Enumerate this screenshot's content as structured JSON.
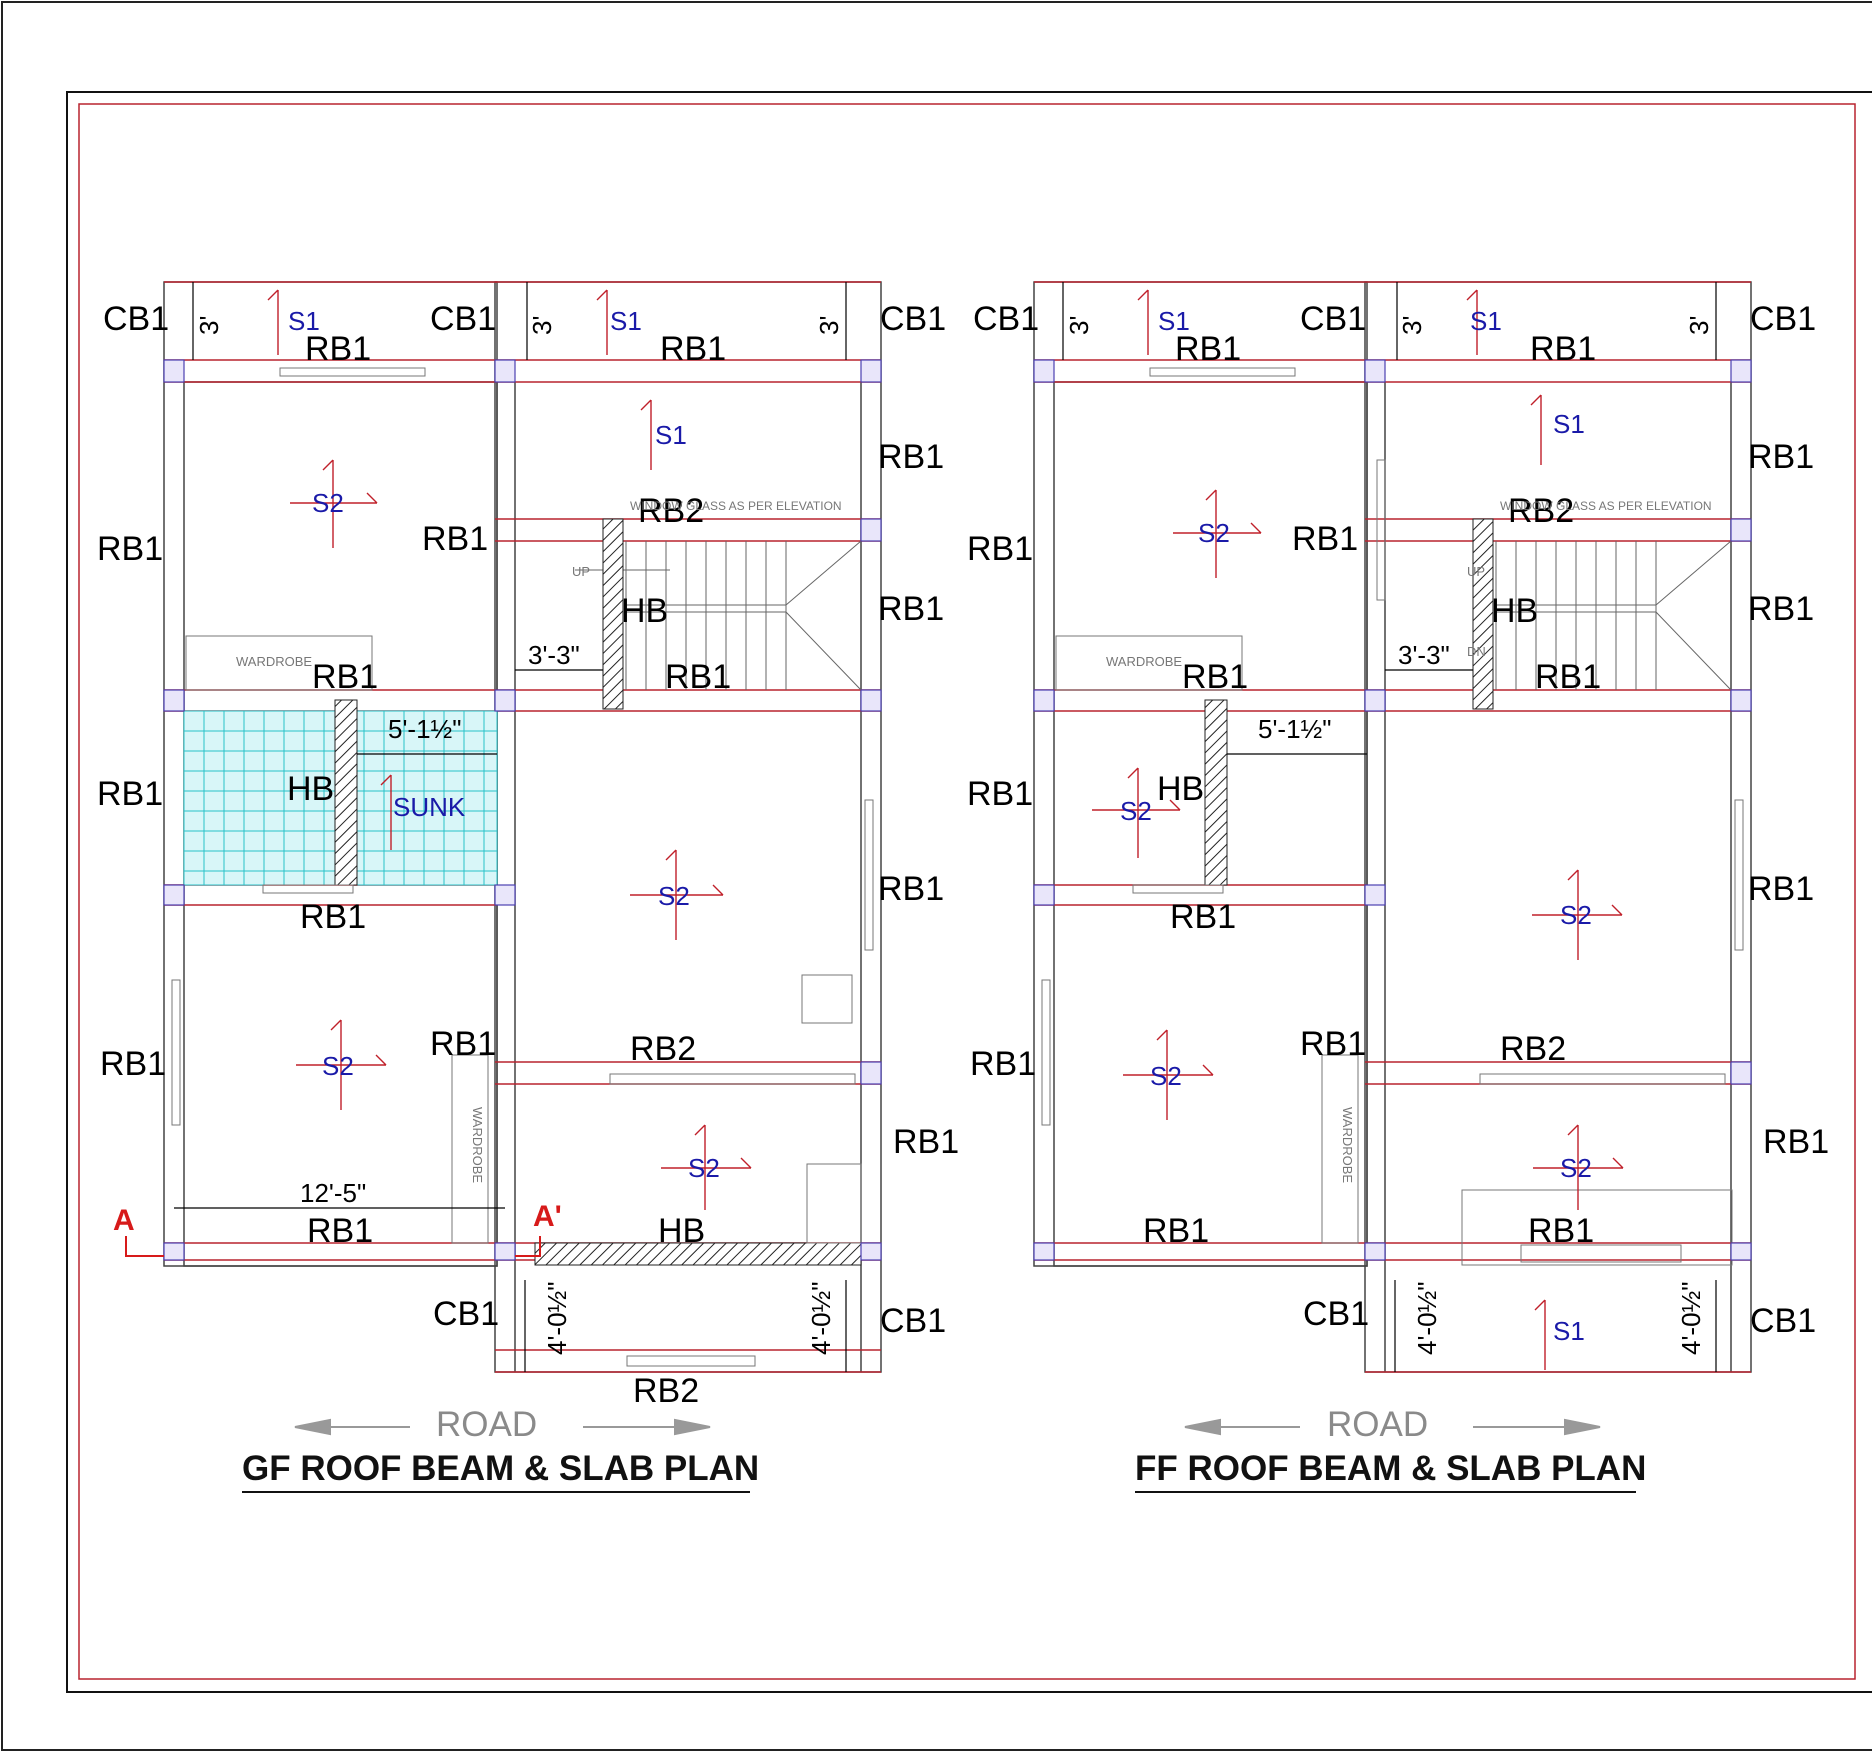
{
  "drawings": {
    "gf": {
      "title": "GF ROOF BEAM & SLAB PLAN",
      "road": "ROAD",
      "labels": {
        "cb1_tl": "CB1",
        "cb1_tm": "CB1",
        "cb1_tr": "CB1",
        "rb1_top_left": "RB1",
        "rb1_top_right": "RB1",
        "rb1_right_1": "RB1",
        "rb1_right_2": "RB1",
        "rb1_right_3": "RB1",
        "rb1_right_4": "RB1",
        "rb1_left_1": "RB1",
        "rb1_left_2": "RB1",
        "rb1_left_3": "RB1",
        "rb1_mid_1": "RB1",
        "rb1_mid_2": "RB1",
        "rb1_c1": "RB1",
        "rb1_c2": "RB1",
        "rb1_c3": "RB1",
        "rb1_bottom": "RB1",
        "rb2_stair": "RB2",
        "rb2_mid": "RB2",
        "rb2_bottom": "RB2",
        "hb_stair": "HB",
        "hb_toilet": "HB",
        "hb_front": "HB",
        "cb1_bl": "CB1",
        "cb1_br": "CB1",
        "s1_a": "S1",
        "s1_b": "S1",
        "s1_c": "S1",
        "s2_a": "S2",
        "s2_b": "S2",
        "s2_c": "S2",
        "s2_d": "S2",
        "sunk": "SUNK",
        "wardrobe_1": "WARDROBE",
        "wardrobe_2": "WARDROBE",
        "window_note": "WINDOW GLASS AS PER ELEVATION",
        "up": "UP",
        "dim_3_a": "3'",
        "dim_3_b": "3'",
        "dim_3_c": "3'",
        "dim_stair": "3'-3\"",
        "dim_toilet": "5'-1½\"",
        "dim_width": "12'-5\"",
        "dim_bal_l": "4'-0½\"",
        "dim_bal_r": "4'-0½\"",
        "section_a": "A",
        "section_a2": "A'"
      }
    },
    "ff": {
      "title": "FF ROOF BEAM & SLAB PLAN",
      "road": "ROAD",
      "labels": {
        "cb1_tl": "CB1",
        "cb1_tm": "CB1",
        "cb1_tr": "CB1",
        "rb1_top_left": "RB1",
        "rb1_top_right": "RB1",
        "rb1_right_1": "RB1",
        "rb1_right_2": "RB1",
        "rb1_right_3": "RB1",
        "rb1_right_4": "RB1",
        "rb1_left_1": "RB1",
        "rb1_left_2": "RB1",
        "rb1_left_3": "RB1",
        "rb1_mid_1": "RB1",
        "rb1_mid_2": "RB1",
        "rb1_c1": "RB1",
        "rb1_c2": "RB1",
        "rb1_c3": "RB1",
        "rb1_bottom": "RB1",
        "rb2_stair": "RB2",
        "rb2_mid": "RB2",
        "hb_stair": "HB",
        "hb_toilet": "HB",
        "cb1_bl": "CB1",
        "cb1_br": "CB1",
        "rb1_front": "RB1",
        "s1_a": "S1",
        "s1_b": "S1",
        "s1_c": "S1",
        "s1_d": "S1",
        "s2_a": "S2",
        "s2_b": "S2",
        "s2_c": "S2",
        "s2_d": "S2",
        "s2_e": "S2",
        "wardrobe_1": "WARDROBE",
        "wardrobe_2": "WARDROBE",
        "window_note": "WINDOW GLASS AS PER ELEVATION",
        "up": "UP",
        "dn": "DN",
        "dim_3_a": "3'",
        "dim_3_b": "3'",
        "dim_3_c": "3'",
        "dim_stair": "3'-3\"",
        "dim_toilet": "5'-1½\"",
        "dim_bal_l": "4'-0½\"",
        "dim_bal_r": "4'-0½\""
      }
    }
  },
  "colors": {
    "beam": "#b8232f",
    "wall": "#444444",
    "slab_arrow": "#c0202a",
    "slab_text": "#1a1aa8",
    "column": "#4b3fb0",
    "tile": "#27c2c9",
    "section": "#d71a1a"
  }
}
